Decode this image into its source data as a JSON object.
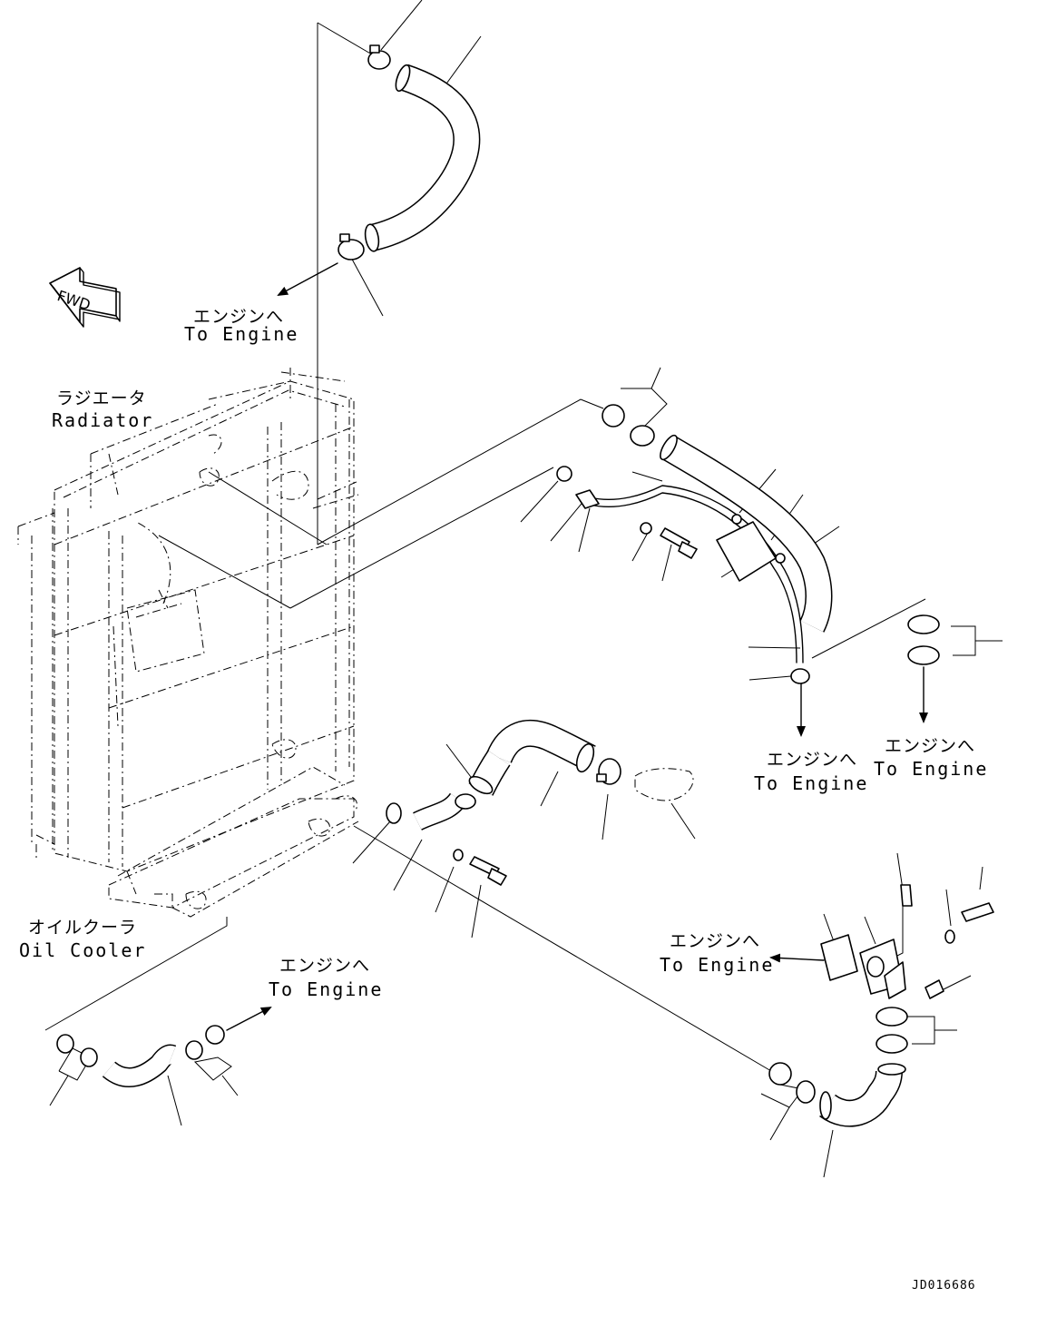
{
  "labels": {
    "to_engine_jp": "エンジンへ",
    "to_engine_en": "To Engine",
    "radiator_jp": "ラジエータ",
    "radiator_en": "Radiator",
    "oil_cooler_jp": "オイルクーラ",
    "oil_cooler_en": "Oil Cooler",
    "fwd": "FWD"
  },
  "drawing_code": "JD016686"
}
